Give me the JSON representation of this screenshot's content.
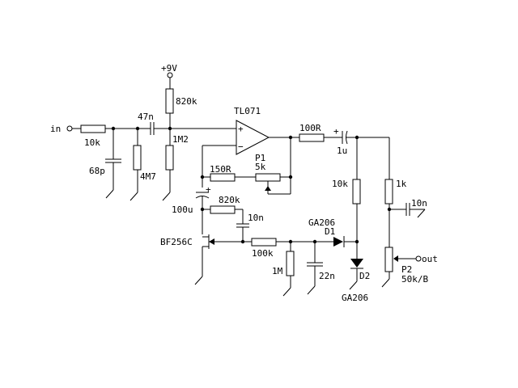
{
  "labels": {
    "in": "in",
    "out": "out",
    "vcc": "+9V",
    "opamp": "TL071",
    "fet": "BF256C",
    "r_in": "10k",
    "c_in_shunt": "68p",
    "c_couple_in": "47n",
    "r_bias_top": "820k",
    "r_bias_bot": "1M2",
    "r_in_shunt": "4M7",
    "r_out": "100R",
    "c_out": "1u",
    "r_fb": "150R",
    "p1_name": "P1",
    "p1_value": "5k",
    "c_bypass": "100u",
    "r_drain": "820k",
    "c_drain": "10n",
    "r_series": "100k",
    "r_gnd": "1M",
    "c_filter": "22n",
    "d1_name": "D1",
    "d1_type": "GA206",
    "d2_name": "D2",
    "d2_type": "GA206",
    "r_clip": "10k",
    "r_vol": "1k",
    "c_vol": "10n",
    "p2_name": "P2",
    "p2_value": "50k/B",
    "plus": "+",
    "minus": "−"
  },
  "colors": {
    "ink": "#000000",
    "paper": "#ffffff"
  }
}
